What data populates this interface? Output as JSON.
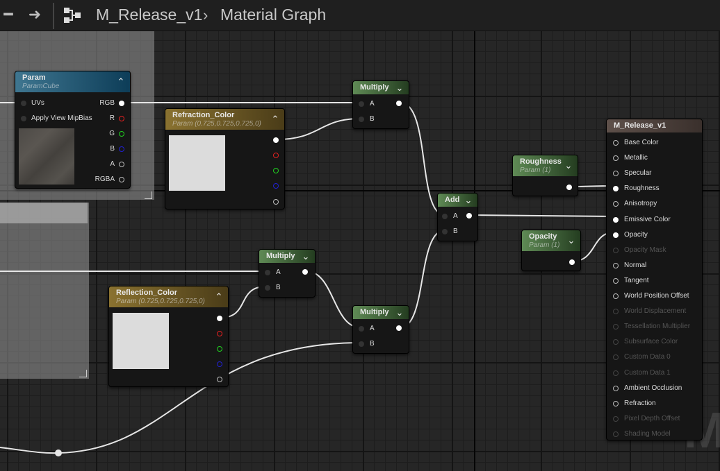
{
  "breadcrumb": {
    "asset": "M_Release_v1",
    "graph": "Material Graph"
  },
  "nav": {
    "back_icon": "back-arrow-icon",
    "forward_icon": "forward-arrow-icon",
    "graph_icon": "graph-tree-icon"
  },
  "nodes": {
    "param": {
      "title": "Param",
      "subtitle": "ParamCube",
      "inputs": [
        "UVs",
        "Apply View MipBias"
      ],
      "outputs": [
        "RGB",
        "R",
        "G",
        "B",
        "A",
        "RGBA"
      ]
    },
    "refraction": {
      "title": "Refraction_Color",
      "subtitle": "Param (0.725,0.725,0.725,0)"
    },
    "reflection": {
      "title": "Reflection_Color",
      "subtitle": "Param (0.725,0.725,0.725,0)"
    },
    "multiply_top": {
      "title": "Multiply",
      "a": "A",
      "b": "B"
    },
    "multiply_mid": {
      "title": "Multiply",
      "a": "A",
      "b": "B"
    },
    "multiply_bottom": {
      "title": "Multiply",
      "a": "A",
      "b": "B"
    },
    "add": {
      "title": "Add",
      "a": "A",
      "b": "B"
    },
    "roughness": {
      "title": "Roughness",
      "subtitle": "Param (1)"
    },
    "opacity": {
      "title": "Opacity",
      "subtitle": "Param (1)"
    },
    "material": {
      "title": "M_Release_v1",
      "pins": [
        "Base Color",
        "Metallic",
        "Specular",
        "Roughness",
        "Anisotropy",
        "Emissive Color",
        "Opacity",
        "Opacity Mask",
        "Normal",
        "Tangent",
        "World Position Offset",
        "World Displacement",
        "Tessellation Multiplier",
        "Subsurface Color",
        "Custom Data 0",
        "Custom Data 1",
        "Ambient Occlusion",
        "Refraction",
        "Pixel Depth Offset",
        "Shading Model"
      ]
    }
  },
  "colors": {
    "param_header": "#0d3d58",
    "vector_header": "#8a7230",
    "math_header": "#5f8a55",
    "result_header": "#5e504a"
  },
  "watermark": "M"
}
